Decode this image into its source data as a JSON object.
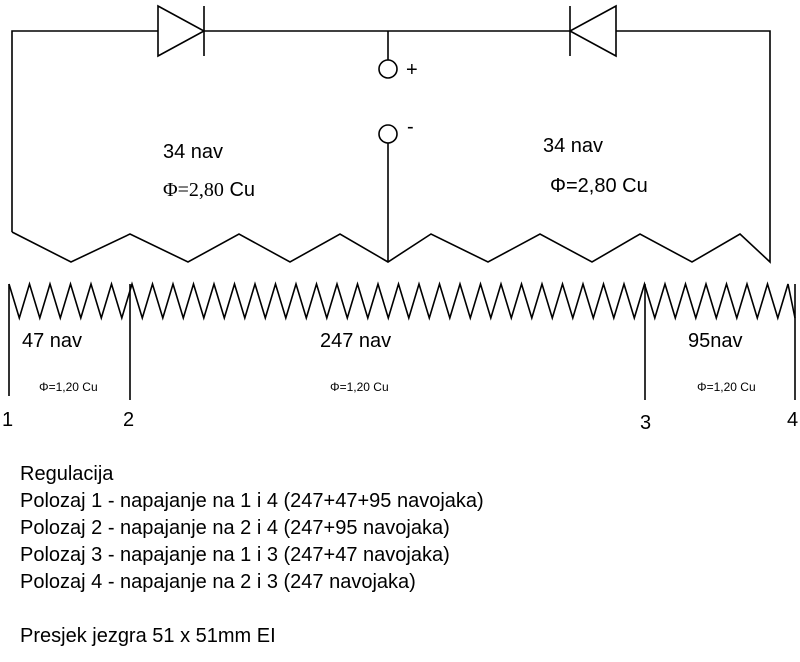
{
  "secondary": {
    "left_turns": "34 nav",
    "left_wire_symbol": "Φ=",
    "left_wire_value": "2,80",
    "left_wire_material": " Cu",
    "right_turns": "34 nav",
    "right_wire": "Φ=2,80 Cu"
  },
  "terminals": {
    "plus": "+",
    "minus": "-"
  },
  "primary": {
    "seg1_turns": "47 nav",
    "seg1_wire": "Φ=1,20 Cu",
    "seg2_turns": "247 nav",
    "seg2_wire": "Φ=1,20 Cu",
    "seg3_turns": "95nav",
    "seg3_wire": "Φ=1,20 Cu",
    "tap1": "1",
    "tap2": "2",
    "tap3": "3",
    "tap4": "4"
  },
  "notes": {
    "heading": "Regulacija",
    "lines": [
      "Polozaj 1 - napajanje na 1 i 4 (247+47+95 navojaka)",
      "Polozaj 2 - napajanje na 2 i 4 (247+95 navojaka)",
      "Polozaj 3 - napajanje na 1 i 3 (247+47 navojaka)",
      "Polozaj 4 - napajanje na 2 i 3 (247 navojaka)"
    ],
    "core": "Presjek jezgra 51 x 51mm EI"
  }
}
